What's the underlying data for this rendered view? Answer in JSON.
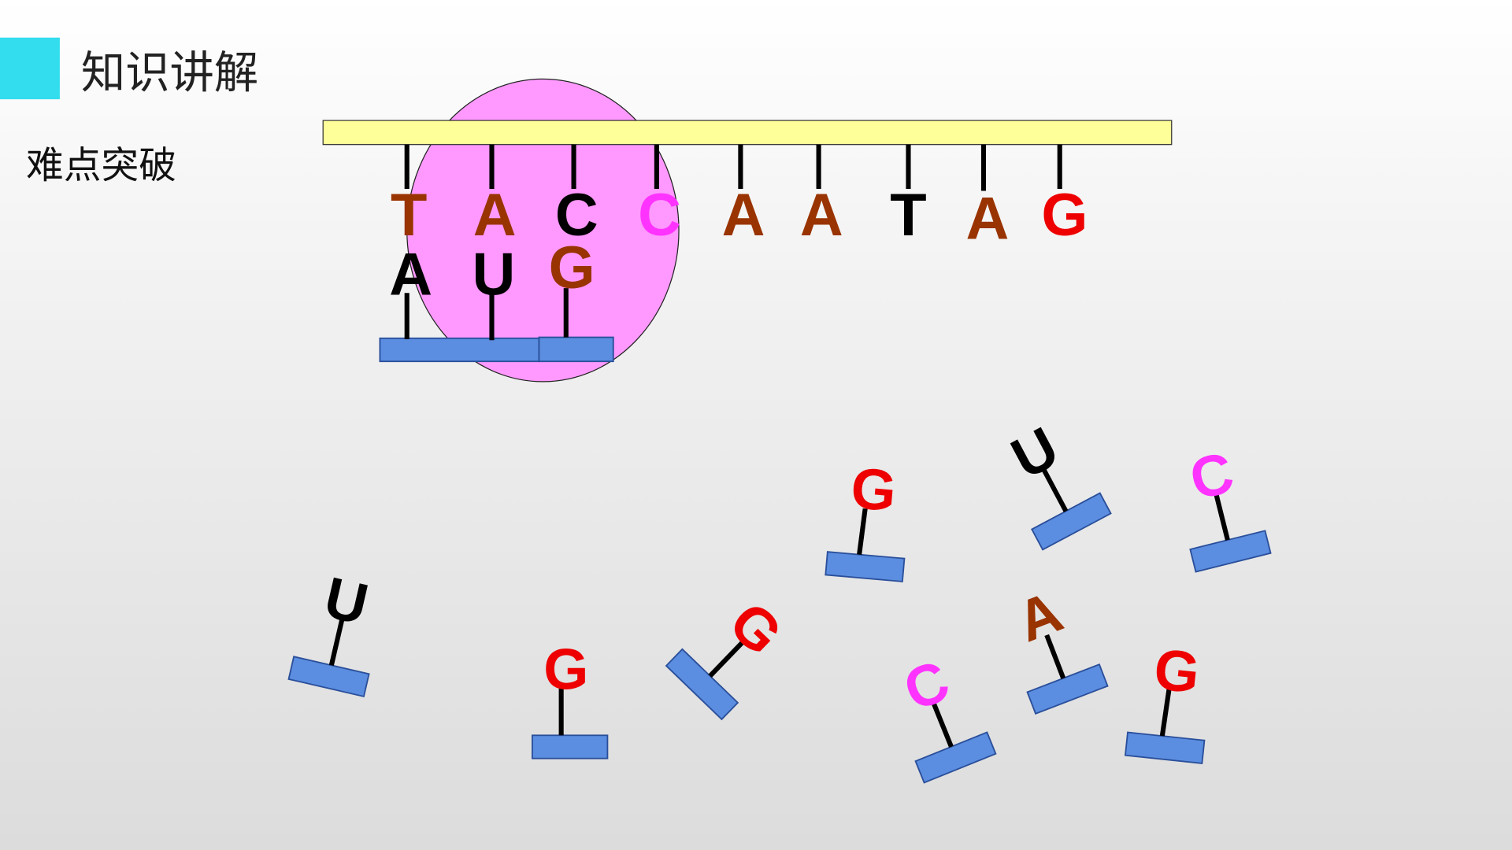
{
  "header": {
    "title": "知识讲解",
    "subtitle": "难点突破"
  },
  "colors": {
    "accent": "#33ddee",
    "strand": "#ffff99",
    "ribosome": "#ff99ff",
    "amino_acid": "#5b8de0"
  },
  "strand": [
    {
      "base": "T",
      "color": "#993300"
    },
    {
      "base": "A",
      "color": "#993300"
    },
    {
      "base": "C",
      "color": "#000000"
    },
    {
      "base": "C",
      "color": "#ff33ff"
    },
    {
      "base": "A",
      "color": "#993300"
    },
    {
      "base": "A",
      "color": "#993300"
    },
    {
      "base": "T",
      "color": "#000000"
    },
    {
      "base": "A",
      "color": "#993300"
    },
    {
      "base": "G",
      "color": "#ee0000"
    }
  ],
  "paired_bases": [
    {
      "base": "A",
      "color": "#000000"
    },
    {
      "base": "U",
      "color": "#000000"
    },
    {
      "base": "G",
      "color": "#993300"
    }
  ],
  "free_nucleotides": [
    {
      "base": "U",
      "color": "#000000"
    },
    {
      "base": "G",
      "color": "#ee0000"
    },
    {
      "base": "G",
      "color": "#ee0000"
    },
    {
      "base": "G",
      "color": "#ee0000"
    },
    {
      "base": "U",
      "color": "#000000"
    },
    {
      "base": "C",
      "color": "#ff33ff"
    },
    {
      "base": "A",
      "color": "#993300"
    },
    {
      "base": "C",
      "color": "#ff33ff"
    },
    {
      "base": "G",
      "color": "#ee0000"
    }
  ]
}
